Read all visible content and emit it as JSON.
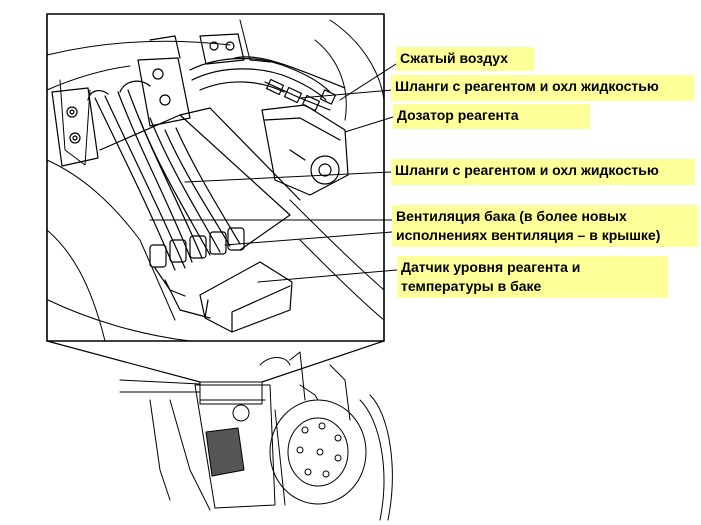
{
  "callouts": {
    "compressed_air": "Сжатый воздух",
    "hoses_top": "Шланги с реагентом и охл жидкостью",
    "reagent_doser": "Дозатор реагента",
    "hoses_middle": "Шланги с реагентом и охл жидкостью",
    "tank_ventilation": "Вентиляция бака (в более новых исполнениях вентиляция – в крышке)",
    "level_temp_sensor": "Датчик уровня реагента и температуры в баке"
  },
  "colors": {
    "callout_background": "#ffff99",
    "line": "#000000",
    "module_shading": "#555555"
  }
}
